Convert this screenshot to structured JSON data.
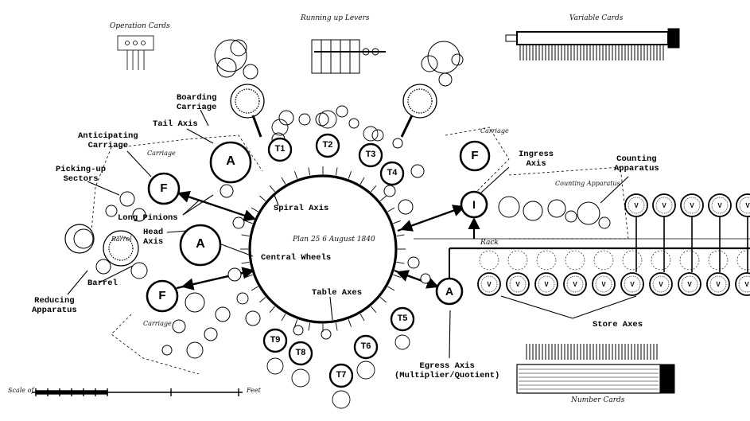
{
  "drawing": {
    "plan_caption": "Plan 25 6 August 1840",
    "engraved_titles": {
      "operation_cards": "Operation Cards",
      "running_up_levers": "Running up Levers",
      "variable_cards": "Variable Cards",
      "number_cards": "Number Cards",
      "counting_apparatus": "Counting Apparatus",
      "carriage_right": "Carriage",
      "carriage_left": "Carriage",
      "carriage_bottom": "Carriage",
      "barrel": "Barrel",
      "rack": "Rack",
      "scale": "Scale of",
      "feet": "Feet"
    }
  },
  "labels": {
    "boarding_carriage": "Boarding\nCarriage",
    "tail_axis": "Tail Axis",
    "anticipating_carriage": "Anticipating\nCarriage",
    "picking_up_sectors": "Picking-up\nSectors",
    "long_pinions": "Long Pinions",
    "head_axis": "Head\nAxis",
    "spiral_axis": "Spiral Axis",
    "central_wheels": "Central Wheels",
    "barrel": "Barrel",
    "reducing_apparatus": "Reducing\nApparatus",
    "table_axes": "Table Axes",
    "ingress_axis": "Ingress\nAxis",
    "counting_apparatus": "Counting\nApparatus",
    "store_axes": "Store Axes",
    "egress_axis": "Egress Axis\n(Multiplier/Quotient)"
  },
  "wheels": {
    "a_upper": "A",
    "a_lower": "A",
    "f_upper_left": "F",
    "f_lower_left": "F",
    "f_right": "F",
    "a_egress": "A",
    "i_ingress": "I",
    "t1": "T1",
    "t2": "T2",
    "t3": "T3",
    "t4": "T4",
    "t5": "T5",
    "t6": "T6",
    "t7": "T7",
    "t8": "T8",
    "t9": "T9",
    "store_v": "V"
  }
}
